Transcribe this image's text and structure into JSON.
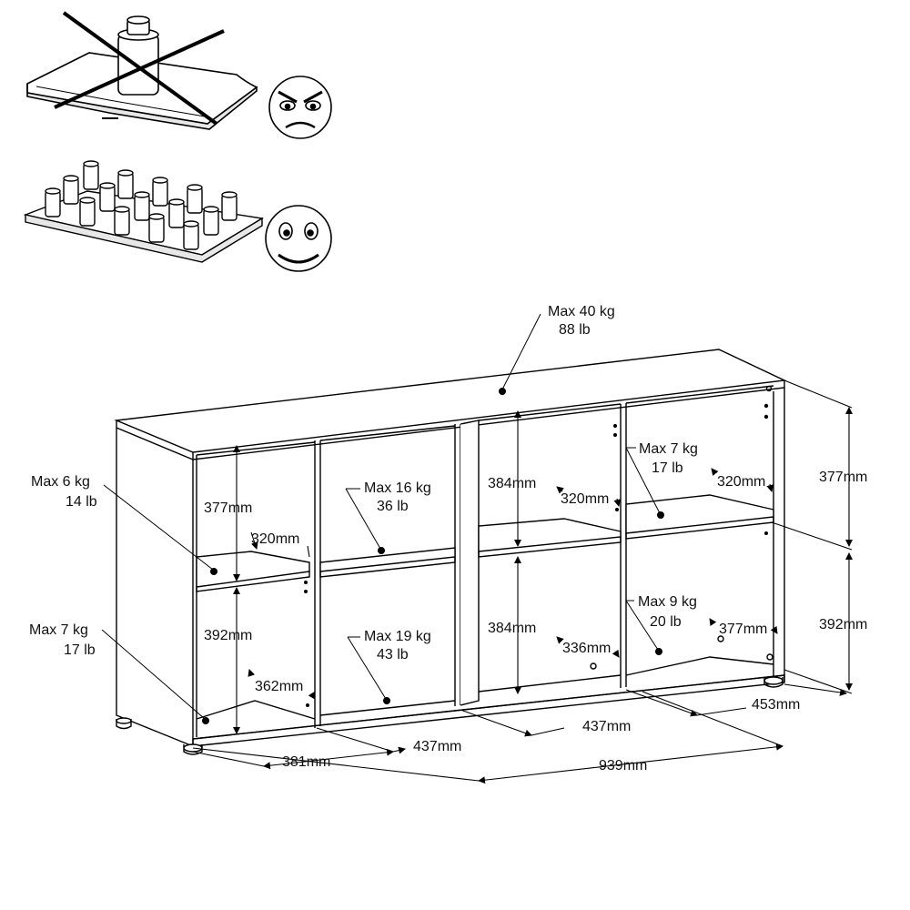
{
  "labels": {
    "top_max": "Max 40 kg",
    "top_lb": "88 lb",
    "left_upper_max": "Max 6 kg",
    "left_upper_lb": "14 lb",
    "left_lower_max": "Max 7 kg",
    "left_lower_lb": "17 lb",
    "mid_upper_max": "Max 16 kg",
    "mid_upper_lb": "36 lb",
    "mid_lower_max": "Max 19 kg",
    "mid_lower_lb": "43 lb",
    "right_upper_max": "Max 7 kg",
    "right_upper_lb": "17 lb",
    "right_lower_max": "Max 9 kg",
    "right_lower_lb": "20 lb"
  },
  "dims": {
    "left_upper_h": "377mm",
    "left_upper_d": "320mm",
    "left_lower_h": "392mm",
    "left_lower_d": "362mm",
    "center_upper_h": "384mm",
    "center_upper_d": "320mm",
    "center_lower_h": "384mm",
    "center_lower_d": "336mm",
    "right_upper_d": "320mm",
    "right_lower_d": "377mm",
    "side_upper_h": "377mm",
    "side_lower_h": "392mm",
    "width_381": "381mm",
    "width_437a": "437mm",
    "width_437b": "437mm",
    "width_453": "453mm",
    "total_939": "939mm"
  }
}
